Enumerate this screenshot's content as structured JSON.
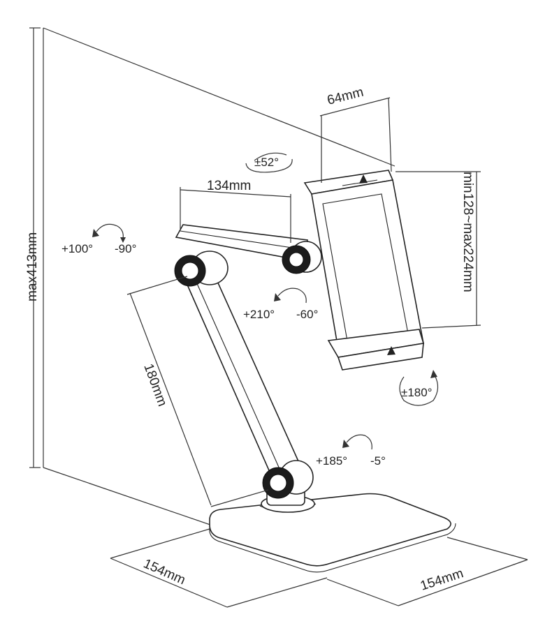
{
  "dimensions": {
    "height_max": "max413mm",
    "clamp_depth": "64mm",
    "upper_arm": "134mm",
    "lower_arm": "180mm",
    "clamp_range": "min128~max224mm",
    "base_depth": "154mm",
    "base_width": "154mm"
  },
  "rotations": {
    "tilt": "±52°",
    "elbow_up": "+100°",
    "elbow_down": "-90°",
    "head_up": "+210°",
    "head_down": "-60°",
    "head_rotate": "±180°",
    "base_up": "+185°",
    "base_down": "-5°"
  },
  "colors": {
    "line": "#222222",
    "joint_dark": "#1c1c1c",
    "background": "#ffffff"
  }
}
